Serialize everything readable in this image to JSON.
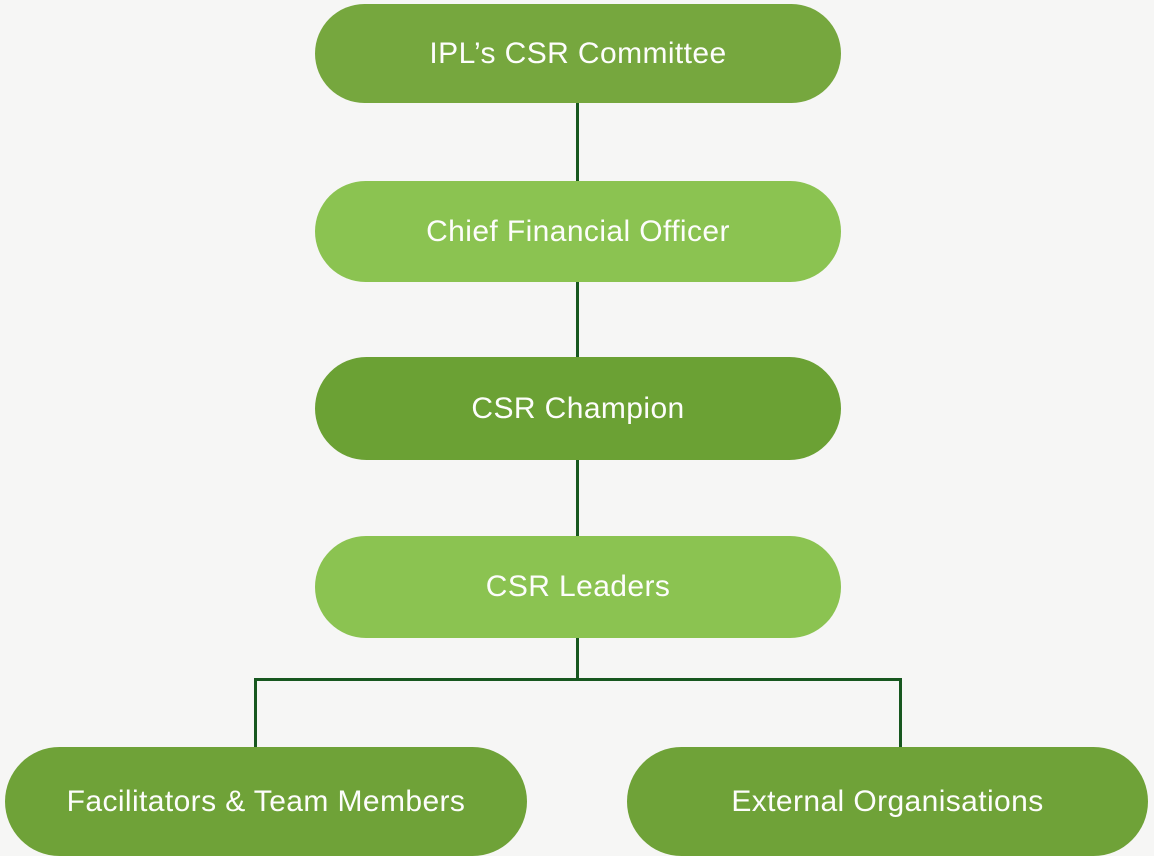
{
  "page": {
    "background": "#f6f6f5",
    "connector_color": "#17571f",
    "node_text_color": "#fdfdfb"
  },
  "org_chart": {
    "type": "org-hierarchy",
    "nodes": [
      {
        "id": "ipl-csr-committee",
        "label": "IPL’s CSR Committee",
        "fill": "#76a73e",
        "level": 1
      },
      {
        "id": "chief-financial-officer",
        "label": "Chief Financial Officer",
        "fill": "#8bc351",
        "level": 2
      },
      {
        "id": "csr-champion",
        "label": "CSR Champion",
        "fill": "#6ba134",
        "level": 3
      },
      {
        "id": "csr-leaders",
        "label": "CSR Leaders",
        "fill": "#8bc351",
        "level": 4
      },
      {
        "id": "facilitators-team-members",
        "label": "Facilitators & Team Members",
        "fill": "#6fa238",
        "level": 5
      },
      {
        "id": "external-organisations",
        "label": "External Organisations",
        "fill": "#6fa238",
        "level": 5
      }
    ],
    "edges": [
      {
        "from": "ipl-csr-committee",
        "to": "chief-financial-officer"
      },
      {
        "from": "chief-financial-officer",
        "to": "csr-champion"
      },
      {
        "from": "csr-champion",
        "to": "csr-leaders"
      },
      {
        "from": "csr-leaders",
        "to": "facilitators-team-members"
      },
      {
        "from": "csr-leaders",
        "to": "external-organisations"
      }
    ]
  }
}
